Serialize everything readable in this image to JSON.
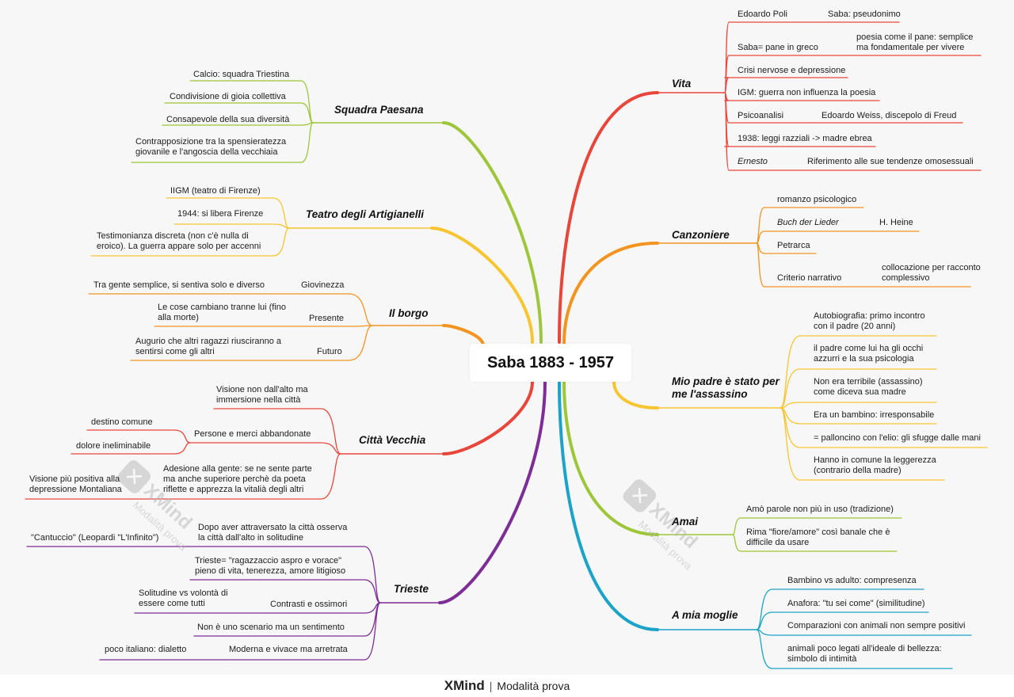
{
  "root": {
    "title": "Saba 1883 - 1957"
  },
  "footer": {
    "brand": "XMind",
    "separator": "|",
    "mode": "Modalità prova"
  },
  "watermark": {
    "brand": "XMind",
    "mode": "Modalità prova",
    "icon": "xmind-logo-icon"
  },
  "colors": {
    "vita": "#e8463a",
    "canzoniere": "#f39421",
    "padre": "#f7c531",
    "amai": "#9dc63b",
    "moglie": "#1ca3c7",
    "squadra": "#9dc63b",
    "teatro": "#f7c531",
    "borgo": "#f39421",
    "citta": "#e8463a",
    "trieste": "#7d2d96"
  },
  "branches": {
    "vita": {
      "label": "Vita",
      "items": [
        {
          "a": "Edoardo Poli",
          "b": "Saba: pseudonimo"
        },
        {
          "a": "Saba= pane in greco",
          "b": "poesia come il pane: semplice ma fondamentale per vivere"
        },
        {
          "a": "Crisi nervose e depressione"
        },
        {
          "a": "IGM: guerra non influenza la poesia"
        },
        {
          "a": "Psicoanalisi",
          "b": "Edoardo Weiss, discepolo di Freud"
        },
        {
          "a": "1938: leggi razziali -> madre ebrea"
        },
        {
          "a": "Ernesto",
          "b": "Riferimento alle sue tendenze omosessuali"
        }
      ]
    },
    "canzoniere": {
      "label": "Canzoniere",
      "items": [
        {
          "a": "romanzo psicologico"
        },
        {
          "a": "Buch der Lieder",
          "b": "H. Heine"
        },
        {
          "a": "Petrarca"
        },
        {
          "a": "Criterio narrativo",
          "b": "collocazione per racconto complessivo"
        }
      ]
    },
    "padre": {
      "label": "Mio padre è stato per me l'assassino",
      "items": [
        "Autobiografia: primo incontro con il padre (20 anni)",
        "il padre come lui ha gli occhi azzurri e la sua psicologia",
        "Non era terribile (assassino) come diceva sua madre",
        "Era un bambino: irresponsabile",
        "= palloncino con l'elio: gli sfugge dalle mani",
        "Hanno in comune la leggerezza (contrario della madre)"
      ]
    },
    "amai": {
      "label": "Amai",
      "items": [
        "Amò parole non più in uso (tradizione)",
        "Rima \"fiore/amore\" così banale che è difficile da usare"
      ]
    },
    "moglie": {
      "label": "A mia moglie",
      "items": [
        "Bambino vs adulto: compresenza",
        "Anafora: \"tu sei come\" (similitudine)",
        "Comparazioni con animali non sempre positivi",
        "animali poco legati all'ideale di bellezza: simbolo di intimità"
      ]
    },
    "squadra": {
      "label": "Squadra Paesana",
      "items": [
        "Calcio: squadra Triestina",
        "Condivisione di gioia collettiva",
        "Consapevole della sua diversità",
        "Contrapposizione tra la spensieratezza giovanile e l'angoscia della vecchiaia"
      ]
    },
    "teatro": {
      "label": "Teatro degli Artigianelli",
      "items": [
        "IIGM (teatro di Firenze)",
        "1944: si libera Firenze",
        "Testimonianza discreta (non c'è nulla di eroico). La guerra appare solo per accenni"
      ]
    },
    "borgo": {
      "label": "Il borgo",
      "items": [
        {
          "a": "Giovinezza",
          "b": "Tra gente semplice, si sentiva solo e diverso"
        },
        {
          "a": "Presente",
          "b": "Le cose cambiano tranne lui (fino alla morte)"
        },
        {
          "a": "Futuro",
          "b": "Augurio che altri ragazzi riusciranno a sentirsi come gli altri"
        }
      ]
    },
    "citta": {
      "label": "Città Vecchia",
      "items": [
        {
          "a": "Visione non dall'alto ma immersione nella città"
        },
        {
          "a": "Persone e merci abbandonate",
          "subs": [
            "destino comune",
            "dolore ineliminabile"
          ]
        },
        {
          "a": "Adesione alla gente: se ne sente parte ma anche superiore perchè da poeta riflette e apprezza la vitalià degli altri",
          "subs": [
            "Visione più positiva alla depressione Montaliana"
          ]
        }
      ]
    },
    "trieste": {
      "label": "Trieste",
      "items": [
        {
          "a": "Dopo aver attraversato la città osserva la città dall'alto in solitudine",
          "subs": [
            "\"Cantuccio\" (Leopardi \"L'Infinito\")"
          ]
        },
        {
          "a": "Trieste= \"ragazzaccio aspro e vorace\" pieno di vita, tenerezza, amore litigioso"
        },
        {
          "a": "Contrasti e ossimori",
          "subs": [
            "Solitudine vs volontà di essere come tutti"
          ]
        },
        {
          "a": "Non è uno scenario ma un sentimento"
        },
        {
          "a": "Moderna e vivace ma arretrata",
          "subs": [
            "poco italiano: dialetto"
          ]
        }
      ]
    }
  }
}
